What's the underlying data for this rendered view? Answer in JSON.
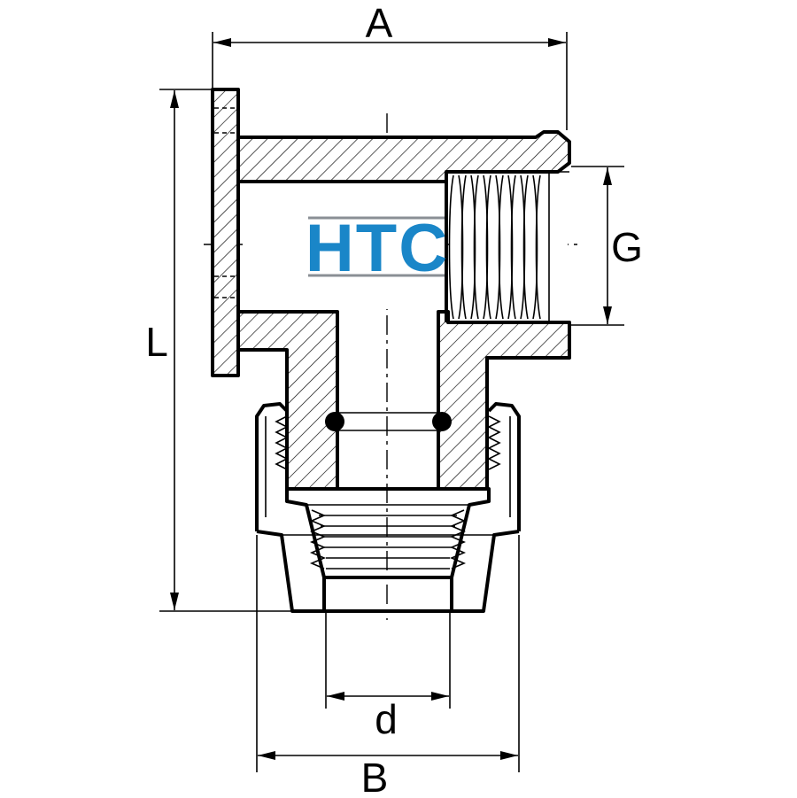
{
  "dimensions": {
    "A": "A",
    "L": "L",
    "G": "G",
    "d": "d",
    "B": "B"
  },
  "logo": {
    "text": "HTC",
    "color": "#1a86c8",
    "rule_color": "#8a8f95"
  },
  "colors": {
    "line": "#000000",
    "background": "#ffffff"
  }
}
